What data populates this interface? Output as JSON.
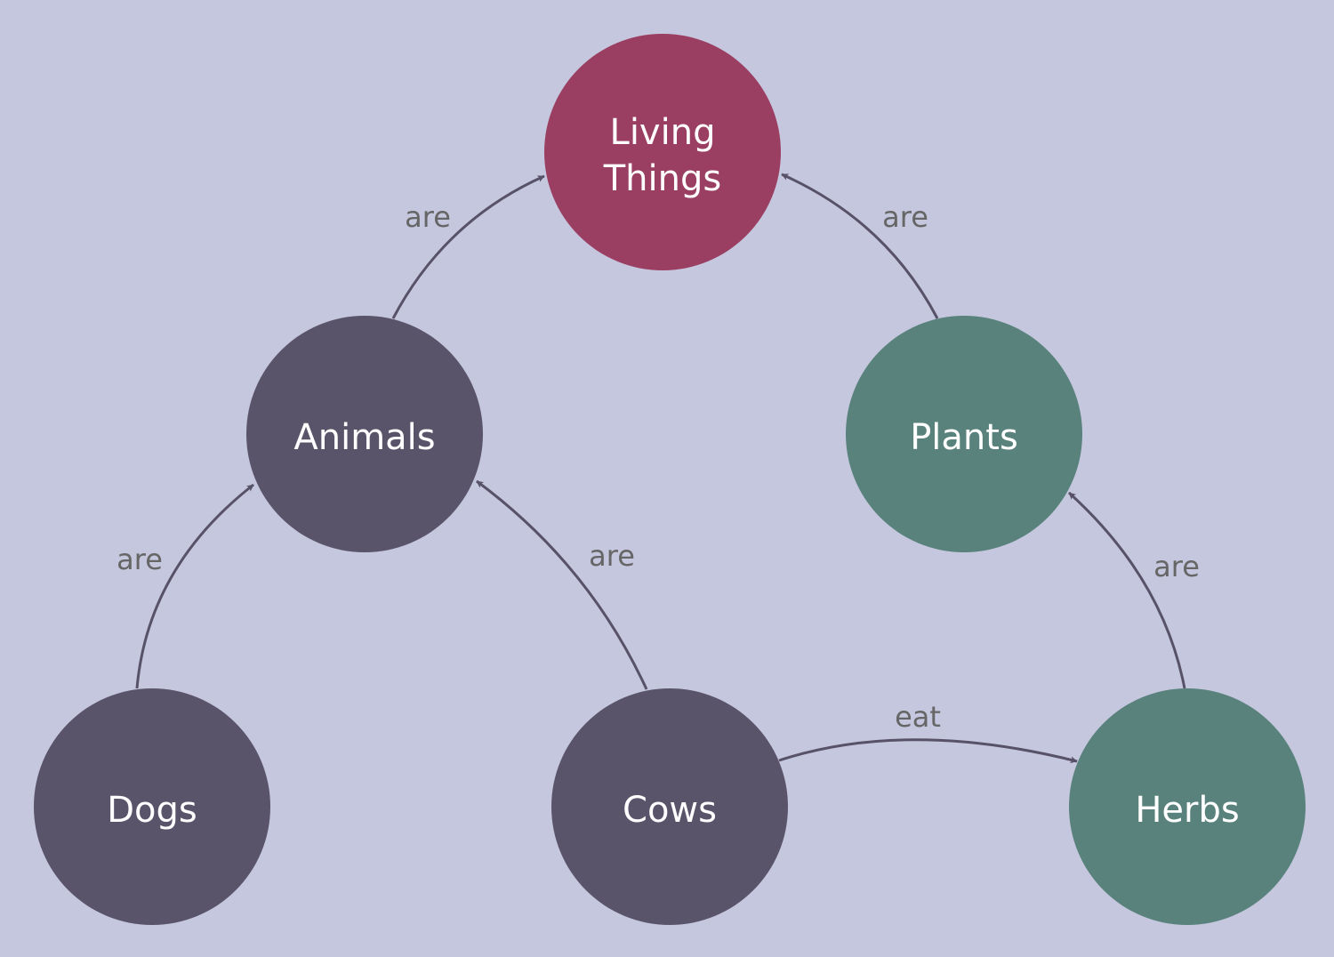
{
  "colors": {
    "background": "#c5c7df",
    "living": "#9b3f62",
    "animal": "#5a546a",
    "plant": "#5a827c",
    "edge": "#585268",
    "node_text": "#ffffff",
    "edge_text": "#666666"
  },
  "nodes": [
    {
      "id": "living",
      "lines": [
        "Living",
        "Things"
      ],
      "color": "#9b3f62"
    },
    {
      "id": "animals",
      "lines": [
        "Animals"
      ],
      "color": "#5a546a"
    },
    {
      "id": "plants",
      "lines": [
        "Plants"
      ],
      "color": "#5a827c"
    },
    {
      "id": "dogs",
      "lines": [
        "Dogs"
      ],
      "color": "#5a546a"
    },
    {
      "id": "cows",
      "lines": [
        "Cows"
      ],
      "color": "#5a546a"
    },
    {
      "id": "herbs",
      "lines": [
        "Herbs"
      ],
      "color": "#5a827c"
    }
  ],
  "edges": [
    {
      "id": "animals-living",
      "from": "animals",
      "to": "living",
      "label": "are"
    },
    {
      "id": "plants-living",
      "from": "plants",
      "to": "living",
      "label": "are"
    },
    {
      "id": "dogs-animals",
      "from": "dogs",
      "to": "animals",
      "label": "are"
    },
    {
      "id": "cows-animals",
      "from": "cows",
      "to": "animals",
      "label": "are"
    },
    {
      "id": "herbs-plants",
      "from": "herbs",
      "to": "plants",
      "label": "are"
    },
    {
      "id": "cows-herbs",
      "from": "cows",
      "to": "herbs",
      "label": "eat"
    }
  ]
}
